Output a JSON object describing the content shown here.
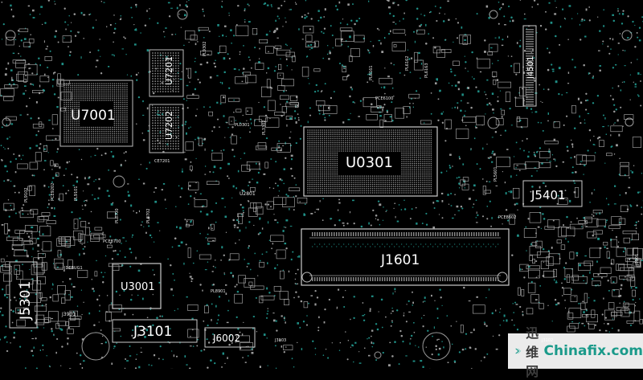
{
  "board": {
    "background": "#000000",
    "silkscreen_color": "#ffffff",
    "pad_color": "#1f8f86",
    "major_refs": [
      {
        "id": "U7001"
      },
      {
        "id": "U0301"
      },
      {
        "id": "J1601"
      },
      {
        "id": "U3001"
      },
      {
        "id": "J3101"
      },
      {
        "id": "J5301"
      },
      {
        "id": "J5401"
      },
      {
        "id": "J6002"
      },
      {
        "id": "U7201"
      },
      {
        "id": "U7202"
      },
      {
        "id": "J4501"
      }
    ],
    "minor_refs": [
      {
        "id": "PL9302"
      },
      {
        "id": "PL0301"
      },
      {
        "id": "PL6162"
      },
      {
        "id": "PL6163"
      },
      {
        "id": "PL6161"
      },
      {
        "id": "PCE6100"
      },
      {
        "id": "CE7201"
      },
      {
        "id": "U2801"
      },
      {
        "id": "PL8901"
      },
      {
        "id": "J3901"
      },
      {
        "id": "J3103"
      },
      {
        "id": "J3102"
      },
      {
        "id": "J5501"
      },
      {
        "id": "PL5601"
      },
      {
        "id": "PCE8602"
      },
      {
        "id": "PCE8700"
      },
      {
        "id": "PL8700"
      },
      {
        "id": "PL8702"
      },
      {
        "id": "PL9102"
      },
      {
        "id": "PL9101"
      },
      {
        "id": "PCE9202"
      },
      {
        "id": "PL3302"
      },
      {
        "id": "JDEBUG1"
      }
    ]
  },
  "watermark": {
    "cn_text": "迅维网",
    "en_text": "Chinafix.com",
    "logo_icon": "chevron-logo-icon",
    "logo_color": "#1a9a8a"
  }
}
